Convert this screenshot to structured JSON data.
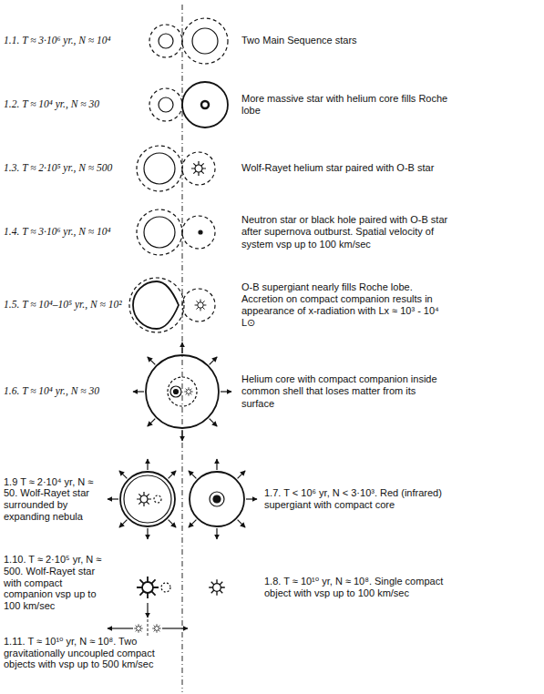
{
  "diagram": {
    "labels": [
      "1.1. T ≈ 3·10⁶ yr., N ≈ 10⁴",
      "Two Main Sequence stars",
      "1.2. T ≈ 10⁴ yr., N ≈ 30",
      "More massive star with helium core fills Roche lobe",
      "1.3. T ≈ 2·10⁵ yr., N ≈ 500",
      "Wolf-Rayet helium star paired with O-B star",
      "1.4. T ≈ 3·10⁶ yr., N ≈ 10⁴",
      "Neutron star or black hole paired with O-B star after supernova outburst. Spatial velocity of system vsp up to 100 km/sec",
      "1.5. T ≈ 10⁴–10⁵ yr., N ≈ 10²",
      "O-B supergiant nearly fills Roche lobe. Accretion on compact companion results in appearance of x-radiation with Lx ≈ 10³ - 10⁴ L⊙",
      "1.6. T ≈ 10⁴ yr., N ≈ 30",
      "Helium core with compact companion inside common shell that loses matter from its surface",
      "1.9 T ≈ 2·10⁴ yr, N ≈ 50. Wolf-Rayet star surrounded by expanding nebula",
      "1.7. T < 10⁶ yr, N < 3·10³. Red (infrared) supergiant with compact core",
      "1.10. T ≈ 2·10⁵ yr, N ≈ 500. Wolf-Rayet star with compact companion vsp up to 100 km/sec",
      "1.8. T ≈ 10¹⁰ yr, N ≈ 10⁸. Single compact object with vsp up to 100 km/sec",
      "1.11. T ≈ 10¹⁰ yr, N ≈ 10⁸. Two gravitationally uncoupled compact objects with vsp up to 500 km/sec"
    ]
  }
}
